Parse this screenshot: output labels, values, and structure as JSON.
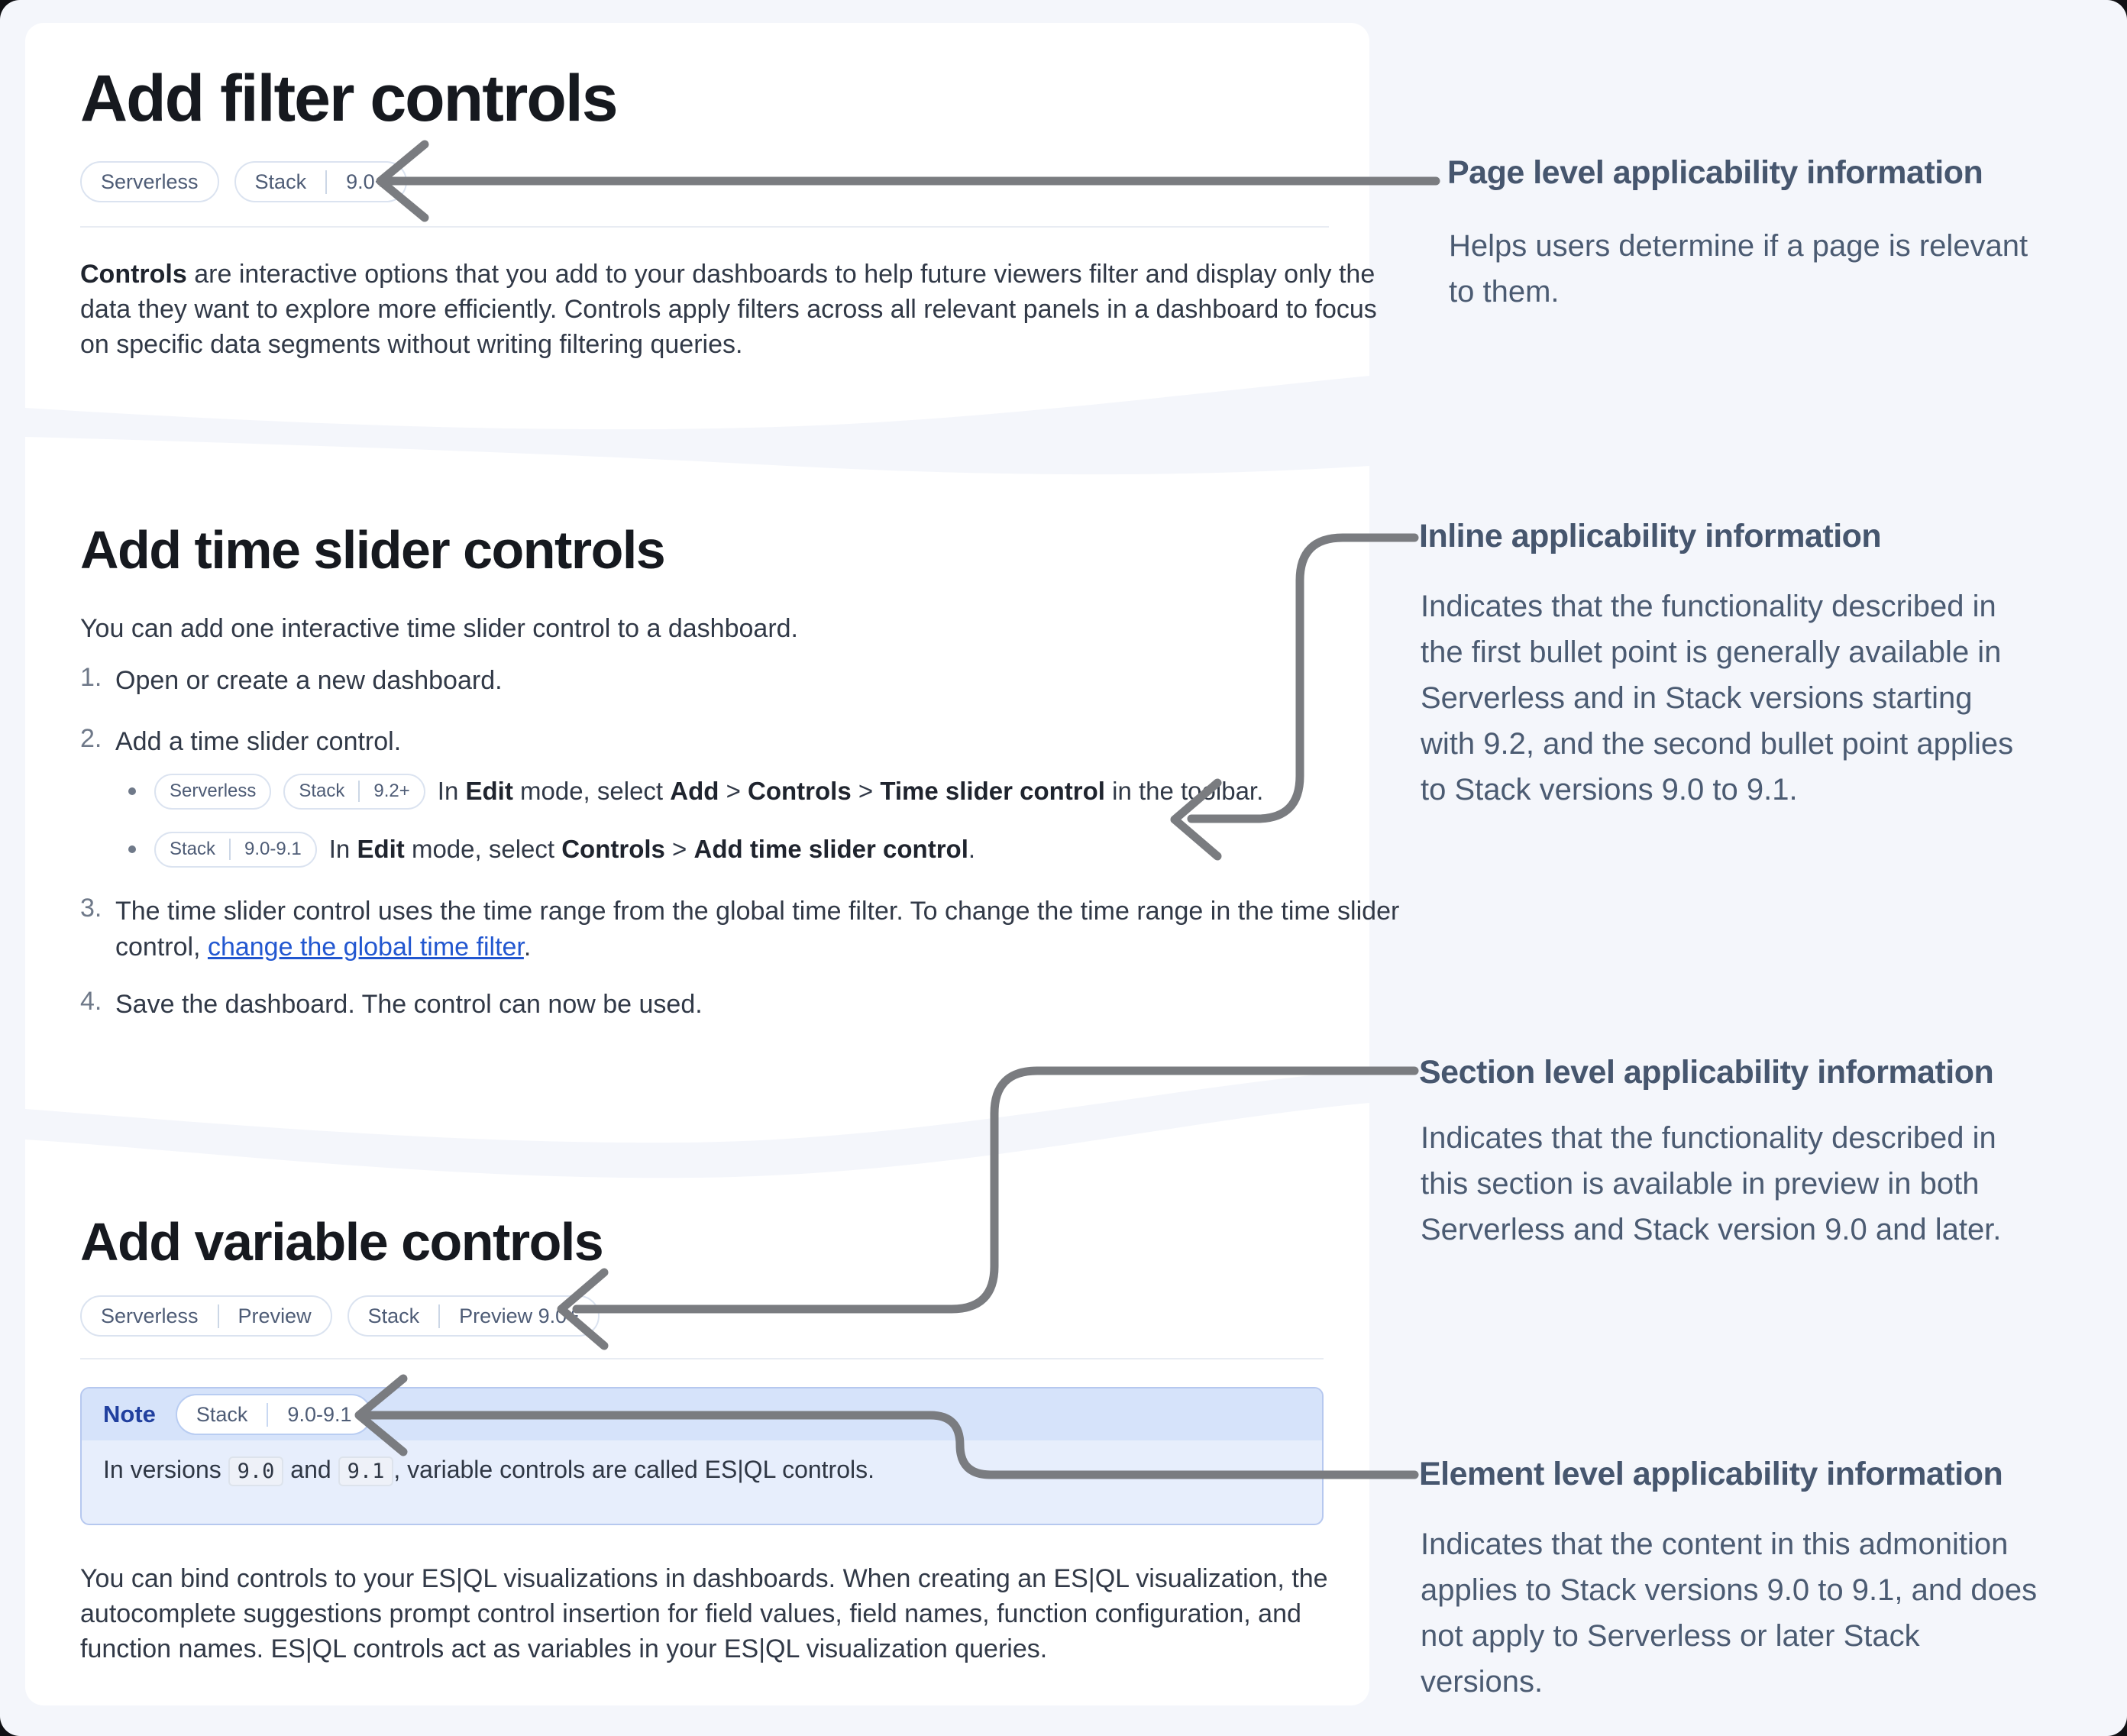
{
  "cards": {
    "filter": {
      "title": "Add filter controls",
      "badges": [
        {
          "segments": [
            "Serverless"
          ]
        },
        {
          "segments": [
            "Stack",
            "9.0+"
          ]
        }
      ],
      "paragraph_lines": [
        "<b>Controls</b> are interactive options that you add to your dashboards to help future viewers filter and display only the",
        "data they want to explore more efficiently. Controls apply filters across all relevant panels in a dashboard to focus",
        "on specific data segments without writing filtering queries."
      ]
    },
    "time_slider": {
      "title": "Add time slider controls",
      "intro": "You can add one interactive time slider control to a dashboard.",
      "steps": [
        {
          "num": "1.",
          "html": "Open or create a new dashboard."
        },
        {
          "num": "2.",
          "html": "Add a time slider control."
        },
        {
          "num": "3.",
          "lines": [
            "The time slider control uses the time range from the global time filter. To change the time range in the time slider",
            "control, <a class='link' data-name='global-time-filter-link' data-interactable='true'>change the global time filter</a>."
          ]
        },
        {
          "num": "4.",
          "html": "Save the dashboard. The control can now be used."
        }
      ],
      "bullets": [
        {
          "badges": [
            {
              "segments": [
                "Serverless"
              ]
            },
            {
              "segments": [
                "Stack",
                "9.2+"
              ]
            }
          ],
          "html": "In <b>Edit</b> mode, select <b>Add</b> &gt; <b>Controls</b> &gt; <b>Time slider control</b> in the toolbar."
        },
        {
          "badges": [
            {
              "segments": [
                "Stack",
                "9.0-9.1"
              ]
            }
          ],
          "html": "In <b>Edit</b> mode, select <b>Controls</b> &gt; <b>Add time slider control</b>."
        }
      ]
    },
    "variable": {
      "title": "Add variable controls",
      "badges": [
        {
          "segments": [
            "Serverless",
            "Preview"
          ]
        },
        {
          "segments": [
            "Stack",
            "Preview 9.0+"
          ]
        }
      ],
      "note": {
        "label": "Note",
        "badge": {
          "segments": [
            "Stack",
            "9.0-9.1"
          ]
        },
        "body_html": "In versions <code data-name='inline-code'>9.0</code> and <code data-name='inline-code'>9.1</code>, variable controls are called ES|QL controls."
      },
      "paragraph_lines": [
        "You can bind controls to your ES|QL visualizations in dashboards. When creating an ES|QL visualization, the",
        "autocomplete suggestions prompt control insertion for field values, field names, function configuration, and",
        "function names. ES|QL controls act as variables in your ES|QL visualization queries."
      ]
    }
  },
  "annotations": {
    "page_level": {
      "heading": "Page level applicability information",
      "lines": [
        "Helps users determine if a page is relevant",
        "to them."
      ]
    },
    "inline": {
      "heading": "Inline applicability information",
      "lines": [
        "Indicates that the functionality described in",
        "the first bullet point is generally available in",
        "Serverless and in Stack versions starting",
        "with 9.2, and the second bullet point applies",
        "to Stack versions 9.0 to 9.1."
      ]
    },
    "section": {
      "heading": "Section level applicability information",
      "lines": [
        "Indicates that the functionality described in",
        "this section is available in preview in both",
        "Serverless and Stack version 9.0 and later."
      ]
    },
    "element": {
      "heading": "Element level applicability information",
      "lines": [
        "Indicates that the content in this admonition",
        "applies to Stack versions 9.0 to 9.1, and does",
        "not apply to Serverless or later Stack",
        "versions."
      ]
    }
  },
  "colors": {
    "page_bg": "#f4f6fb",
    "note_header_bg": "#d6e3fa",
    "note_body_bg": "#e7eefc",
    "note_label_blue": "#21409f",
    "link_blue": "#2257d0",
    "arrow_gray": "#7a7c80",
    "annotation_slate": "#4b5b72"
  }
}
